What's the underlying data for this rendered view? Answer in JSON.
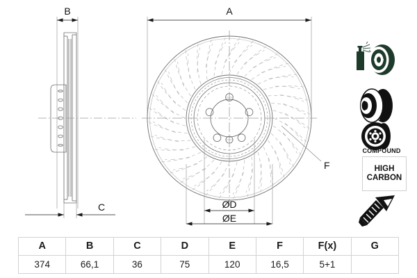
{
  "drawing": {
    "title": "Brake disc technical drawing",
    "dimension_labels": {
      "a": "A",
      "b": "B",
      "c": "C",
      "d": "ØD",
      "e": "ØE",
      "f": "F"
    }
  },
  "spec_table": {
    "headers": [
      "A",
      "B",
      "C",
      "D",
      "E",
      "F",
      "F(x)",
      "G"
    ],
    "values": [
      "374",
      "66,1",
      "36",
      "75",
      "120",
      "16,5",
      "5+1",
      ""
    ]
  },
  "icons": [
    {
      "name": "coated-disc-icon",
      "label": ""
    },
    {
      "name": "vented-disc-icon",
      "label": ""
    },
    {
      "name": "compound-disc-icon",
      "label": "COMPOUND"
    },
    {
      "name": "high-carbon-badge",
      "label_line1": "HIGH",
      "label_line2": "CARBON"
    },
    {
      "name": "screw-icon",
      "label": ""
    }
  ],
  "colors": {
    "line": "#7a7a7a",
    "hidden_line": "#b4b4b4",
    "dark_ink": "#1e2d25",
    "black": "#111111",
    "table_border": "#d2d2d2",
    "background": "#ffffff"
  }
}
